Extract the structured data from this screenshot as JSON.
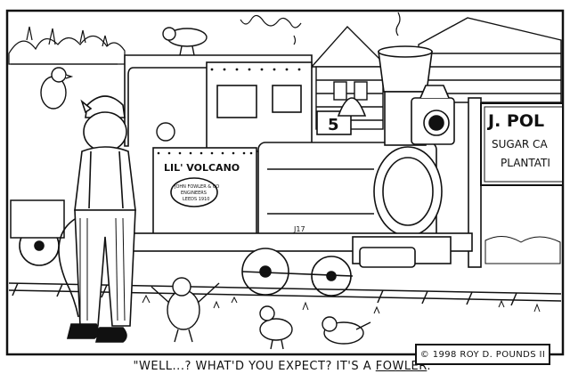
{
  "caption": {
    "before": "\"WELL...? WHAT'D YOU EXPECT? IT'S A ",
    "emphasis": "FOWLER",
    "after": ".\""
  },
  "credit": "© 1998 ROY D. POUNDS II",
  "locomotive": {
    "tank_name": "LIL' VOLCANO",
    "number": "5",
    "plate_line1": "JOHN FOWLER & CO",
    "plate_line2": "ENGINEERS",
    "plate_line3": "LEEDS 1910",
    "buffer_text": "J17"
  },
  "sign": {
    "line1": "J. POL",
    "line2": "SUGAR CA",
    "line3": "PLANTATI"
  },
  "colors": {
    "ink": "#111111",
    "paper": "#ffffff"
  }
}
